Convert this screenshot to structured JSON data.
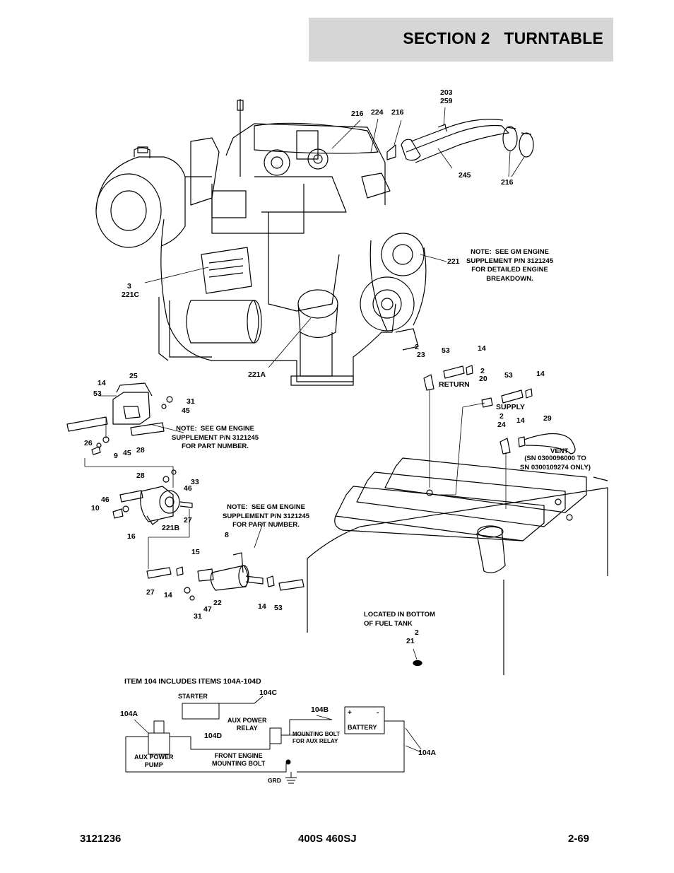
{
  "header": {
    "title": "SECTION 2   TURNTABLE"
  },
  "callouts": {
    "c203": "203",
    "c259": "259",
    "c216a": "216",
    "c224": "224",
    "c216b": "216",
    "c245": "245",
    "c216c": "216",
    "c221": "221",
    "c3": "3",
    "c221c": "221C",
    "c221a": "221A",
    "c2a": "2",
    "c23": "23",
    "c53a": "53",
    "c14a": "14",
    "return": "RETURN",
    "c2b": "2",
    "c20": "20",
    "c53b": "53",
    "c14b": "14",
    "supply": "SUPPLY",
    "c2c": "2",
    "c24": "24",
    "c14c": "14",
    "c29": "29",
    "vent": "VENT",
    "vent_sn": "(SN 0300096000 TO\nSN 0300109274 ONLY)",
    "c25": "25",
    "c14d": "14",
    "c53c": "53",
    "c31a": "31",
    "c45a": "45",
    "c26": "26",
    "c9": "9",
    "c45b": "45",
    "c28a": "28",
    "c28b": "28",
    "c33": "33",
    "c46a": "46",
    "c46b": "46",
    "c10": "10",
    "c27a": "27",
    "c221b": "221B",
    "c16": "16",
    "c8": "8",
    "c15": "15",
    "c27b": "27",
    "c14e": "14",
    "c47": "47",
    "c22": "22",
    "c31b": "31",
    "c14f": "14",
    "c53d": "53",
    "c2d": "2",
    "c21": "21"
  },
  "notes": {
    "engine": "NOTE:  SEE GM ENGINE\nSUPPLEMENT P/N 3121245\nFOR DETAILED ENGINE\nBREAKDOWN.",
    "part1": "NOTE:  SEE GM ENGINE\nSUPPLEMENT P/N 3121245\nFOR PART NUMBER.",
    "part2": "NOTE:  SEE GM ENGINE\nSUPPLEMENT P/N 3121245\nFOR PART NUMBER.",
    "fuel_tank": "LOCATED IN BOTTOM\nOF FUEL TANK"
  },
  "wiring": {
    "title": "ITEM 104 INCLUDES ITEMS 104A-104D",
    "starter": "STARTER",
    "c104c": "104C",
    "c104a_left": "104A",
    "c104b": "104B",
    "c104d": "104D",
    "aux_relay": "AUX POWER\nRELAY",
    "battery": "BATTERY",
    "battery_plus": "+",
    "battery_minus": "-",
    "mounting_bolt": "MOUNTING BOLT\nFOR AUX RELAY",
    "c104a_right": "104A",
    "aux_pump": "AUX POWER\nPUMP",
    "front_engine": "FRONT ENGINE\nMOUNTING BOLT",
    "grd": "GRD"
  },
  "footer": {
    "left": "3121236",
    "center": "400S 460SJ",
    "right": "2-69"
  }
}
